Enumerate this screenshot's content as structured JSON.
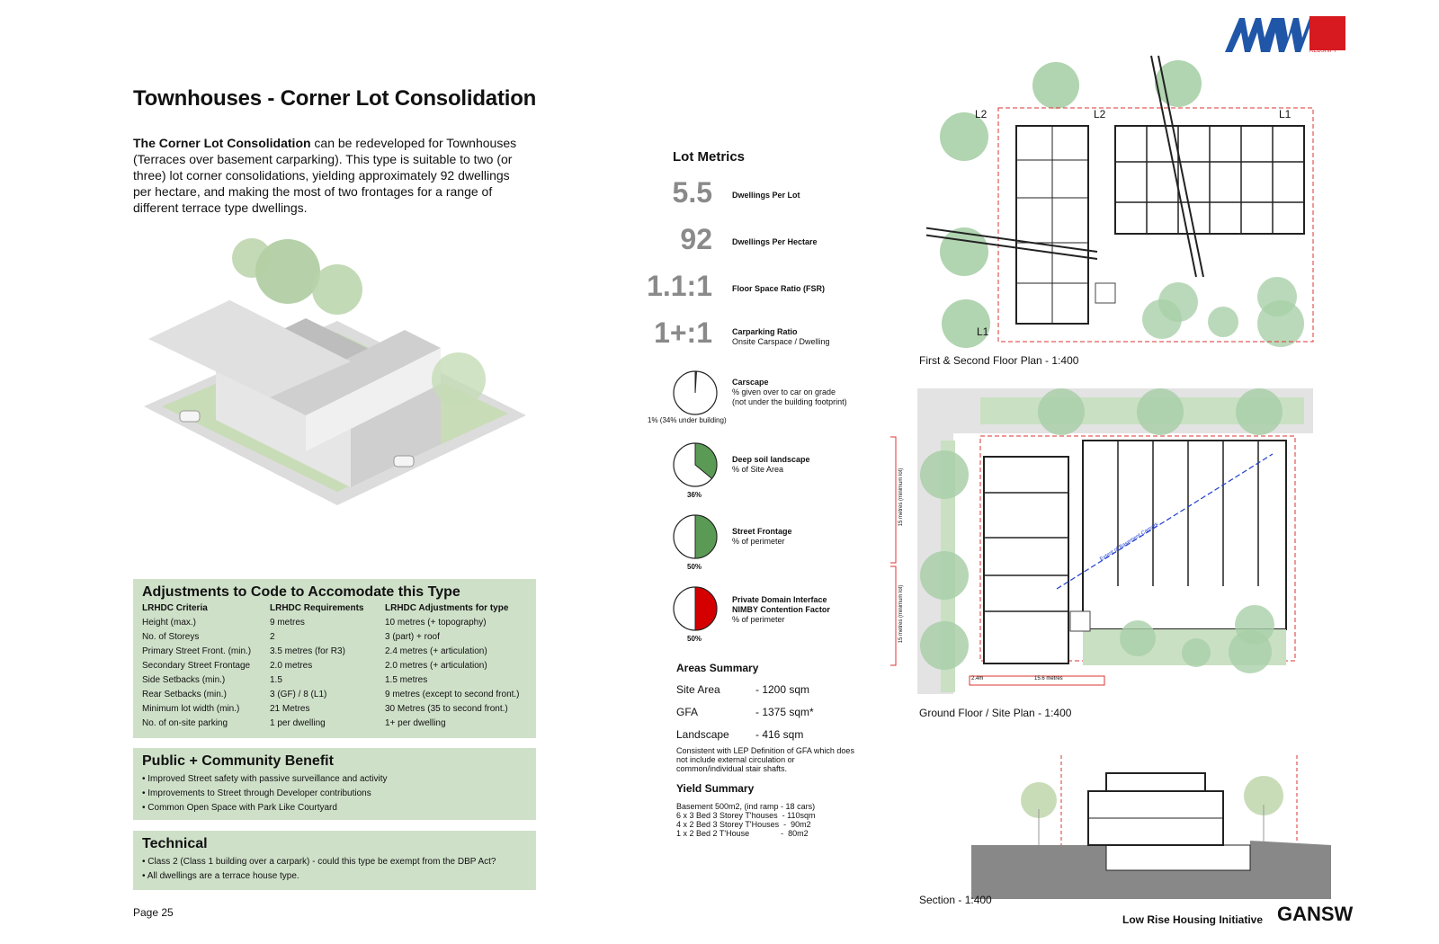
{
  "header": {
    "title": "Townhouses - Corner Lot Consolidation",
    "logo_sub": "REDSHIFT"
  },
  "intro": {
    "bold": "The Corner Lot Consolidation",
    "text": " can be redeveloped for Townhouses (Terraces over basement carparking). This type is suitable to two (or three) lot corner consolidations, yielding approximately 92 dwellings per hectare, and making the most of two frontages for a range of different terrace type dwellings."
  },
  "adjustments": {
    "title": "Adjustments to Code to Accomodate this Type",
    "headers": [
      "LRHDC  Criteria",
      "LRHDC  Requirements",
      "LRHDC  Adjustments for type"
    ],
    "rows": [
      [
        "Height (max.)",
        "9 metres",
        "10 metres (+ topography)"
      ],
      [
        "No. of Storeys",
        "2",
        "3 (part) + roof"
      ],
      [
        "Primary Street Front. (min.)",
        "3.5 metres (for R3)",
        "2.4 metres (+ articulation)"
      ],
      [
        "Secondary Street Frontage",
        "2.0 metres",
        "2.0 metres (+ articulation)"
      ],
      [
        "Side Setbacks (min.)",
        "1.5",
        "1.5 metres"
      ],
      [
        "Rear Setbacks (min.)",
        "3 (GF) / 8 (L1)",
        "9 metres (except to second front.)"
      ],
      [
        "Minimum lot width (min.)",
        "21 Metres",
        "30 Metres (35 to second front.)"
      ],
      [
        "No. of on-site parking",
        "1 per dwelling",
        "1+ per dwelling"
      ]
    ]
  },
  "public": {
    "title": "Public + Community Benefit",
    "items": [
      "• Improved Street safety with passive surveillance and activity",
      "• Improvements to Street through Developer contributions",
      "• Common  Open Space with Park Like Courtyard"
    ]
  },
  "technical": {
    "title": "Technical",
    "items": [
      "• Class 2 (Class 1 building over a carpark) - could this type be exempt from the DBP Act?",
      "• All dwellings are a terrace house type."
    ]
  },
  "footer": {
    "page": "Page 25",
    "initiative": "Low Rise Housing Initiative",
    "org": "GANSW"
  },
  "metrics": {
    "title": "Lot Metrics",
    "items": [
      {
        "value": "5.5",
        "label": "Dwellings Per Lot",
        "sub": ""
      },
      {
        "value": "92",
        "label": "Dwellings Per Hectare",
        "sub": ""
      },
      {
        "value": "1.1:1",
        "label": "Floor Space Ratio (FSR)",
        "sub": ""
      },
      {
        "value": "1+:1",
        "label": "Carparking Ratio",
        "sub": "Onsite Carspace / Dwelling"
      }
    ],
    "pies": [
      {
        "label": "Carscape",
        "sub1": "% given over to car on grade",
        "sub2": "(not under the building footprint)",
        "pct_text": "1% (34% under building)",
        "fraction": 0.01,
        "color": "#c00000"
      },
      {
        "label": "Deep soil landscape",
        "sub1": "% of Site Area",
        "sub2": "",
        "pct_text": "36%",
        "fraction": 0.36,
        "color": "#5a9a55"
      },
      {
        "label": "Street Frontage",
        "sub1": "% of perimeter",
        "sub2": "",
        "pct_text": "50%",
        "fraction": 0.5,
        "color": "#5a9a55"
      },
      {
        "label": "Private Domain Interface",
        "sub1": "NIMBY Contention Factor",
        "sub2": "% of perimeter",
        "pct_text": "50%",
        "fraction": 0.5,
        "color": "#d40000"
      }
    ]
  },
  "areas": {
    "title": "Areas Summary",
    "rows": [
      {
        "label": "Site Area",
        "value": "-  1200 sqm"
      },
      {
        "label": "GFA",
        "value": "-  1375 sqm*"
      },
      {
        "label": "Landscape",
        "value": "-   416 sqm"
      }
    ],
    "note": "Consistent with LEP Definition of GFA which does not include external circulation or common/individual stair shafts."
  },
  "yield": {
    "title": "Yield Summary",
    "lines": [
      "Basement 500m2, (ind ramp - 18 cars)",
      "6 x 3 Bed 3 Storey T'houses  - 110sqm",
      "4 x 2 Bed 3 Storey T'Houses  -  90m2",
      "1 x 2 Bed 2 T'House              -  80m2"
    ]
  },
  "drawings": {
    "plan1_caption": "First & Second Floor Plan - 1:400",
    "plan2_caption": "Ground Floor / Site Plan - 1:400",
    "section_caption": "Section - 1:400",
    "labels": {
      "l2a": "L2",
      "l2b": "L2",
      "l1a": "L1",
      "l1b": "L1"
    },
    "dims": {
      "a": "2.4m",
      "b": "15.6 metres",
      "v1": "15 metres (minimum lot)",
      "v2": "15 metres (minimum lot)",
      "ramp": "Extent of Basement Carpark"
    }
  }
}
